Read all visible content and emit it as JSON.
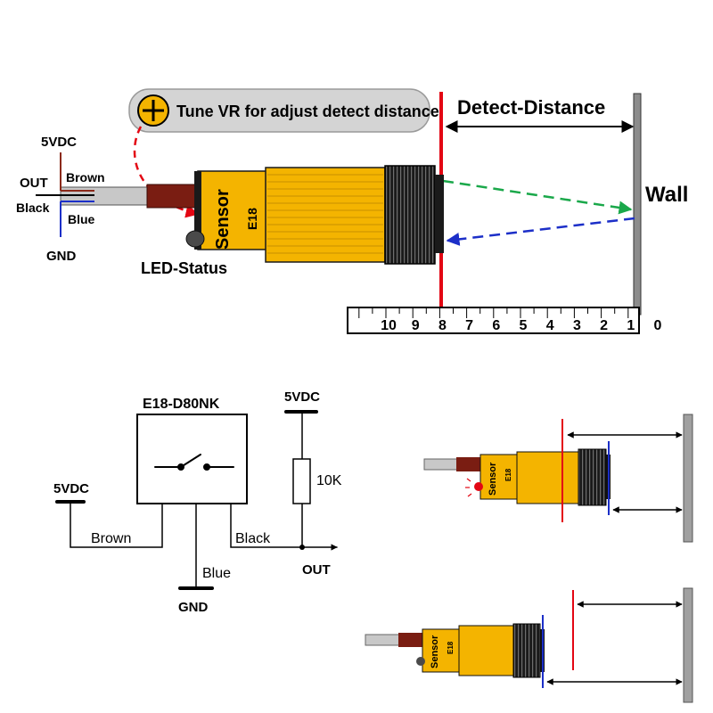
{
  "top": {
    "tune_label": "Tune VR for adjust detect distance",
    "detect_distance_label": "Detect-Distance",
    "wall_label": "Wall",
    "led_status_label": "LED-Status",
    "sensor_label": "Sensor",
    "model_label": "E18",
    "wires": {
      "vdc": "5VDC",
      "out": "OUT",
      "brown": "Brown",
      "black": "Black",
      "blue": "Blue",
      "gnd": "GND"
    },
    "ruler_ticks": [
      "10",
      "9",
      "8",
      "7",
      "6",
      "5",
      "4",
      "3",
      "2",
      "1",
      "0"
    ]
  },
  "schematic": {
    "module_label": "E18-D80NK",
    "vdc_left": "5VDC",
    "vdc_top": "5VDC",
    "resistor_label": "10K",
    "brown": "Brown",
    "black": "Black",
    "blue": "Blue",
    "gnd": "GND",
    "out": "OUT"
  },
  "small": {
    "sensor_label": "Sensor",
    "model_label": "E18"
  },
  "colors": {
    "sensor_body": "#f4b400",
    "red_line": "#e30613",
    "green_beam": "#1aa84a",
    "blue_beam": "#1c2fc8",
    "brown_wire": "#8b2a1a",
    "blue_wire": "#1c2fc8",
    "wall": "#8c8c8c"
  }
}
